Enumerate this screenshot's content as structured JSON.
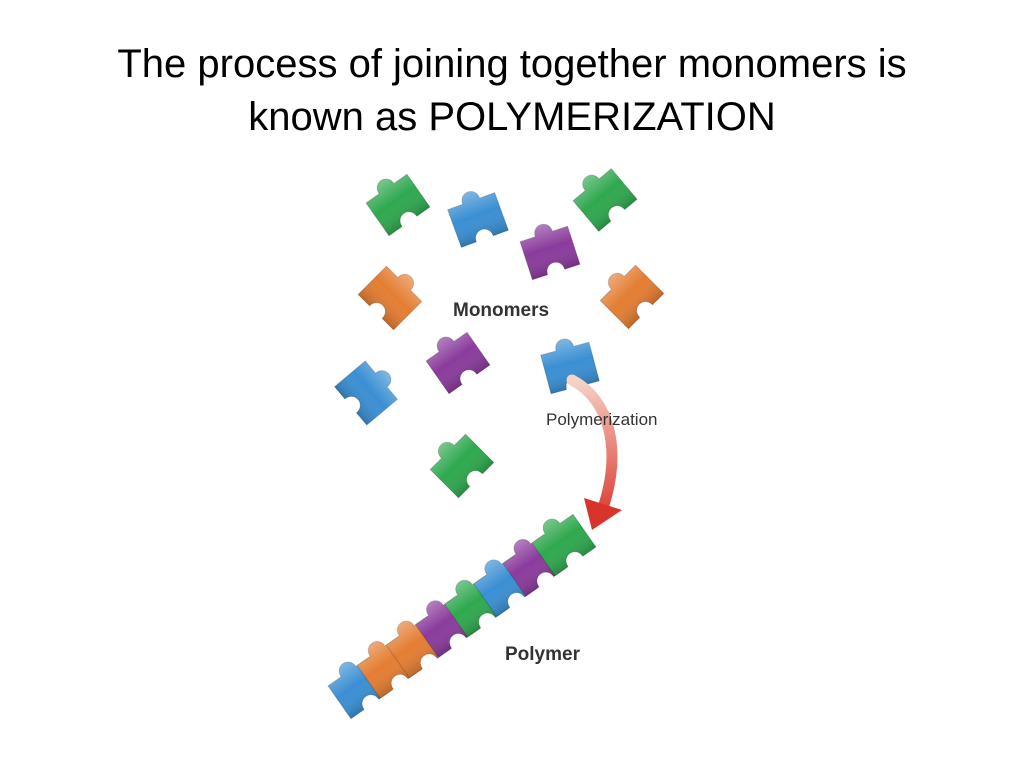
{
  "slide": {
    "title_line1": "The process of joining together monomers is",
    "title_line2": "known as POLYMERIZATION"
  },
  "diagram": {
    "monomers_label": "Monomers",
    "process_label": "Polymerization",
    "polymer_label": "Polymer",
    "arrow_color": "#d9342b",
    "piece_colors": {
      "green": "#2fa84f",
      "blue": "#3a8fd3",
      "purple": "#8a3b9c",
      "orange": "#e47d32"
    },
    "free_monomer_colors": [
      "green",
      "blue",
      "green",
      "purple",
      "orange",
      "orange",
      "purple",
      "blue",
      "blue",
      "green"
    ],
    "polymer_sequence": [
      "blue",
      "orange",
      "orange",
      "purple",
      "green",
      "blue",
      "purple",
      "green"
    ]
  }
}
